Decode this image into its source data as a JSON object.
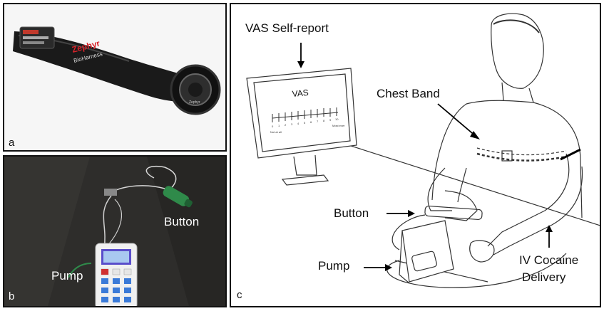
{
  "panels": {
    "a": {
      "letter": "a",
      "brand": "Zephyr",
      "product": "BioHarness",
      "module_text": "Zephyr",
      "tag_text": "BioHarness"
    },
    "b": {
      "letter": "b",
      "labels": {
        "button": "Button",
        "pump": "Pump"
      }
    },
    "c": {
      "letter": "c",
      "labels": {
        "vas_self_report": "VAS Self-report",
        "chest_band": "Chest Band",
        "button": "Button",
        "pump": "Pump",
        "iv_line1": "IV Cocaine",
        "iv_line2": "Delivery"
      },
      "monitor": {
        "title": "VAS",
        "scale_numbers": [
          "0",
          "1",
          "2",
          "3",
          "4",
          "5",
          "6",
          "7",
          "8",
          "9",
          "10"
        ],
        "left_anchor": "Not at all",
        "right_anchor": "Most ever"
      }
    }
  }
}
